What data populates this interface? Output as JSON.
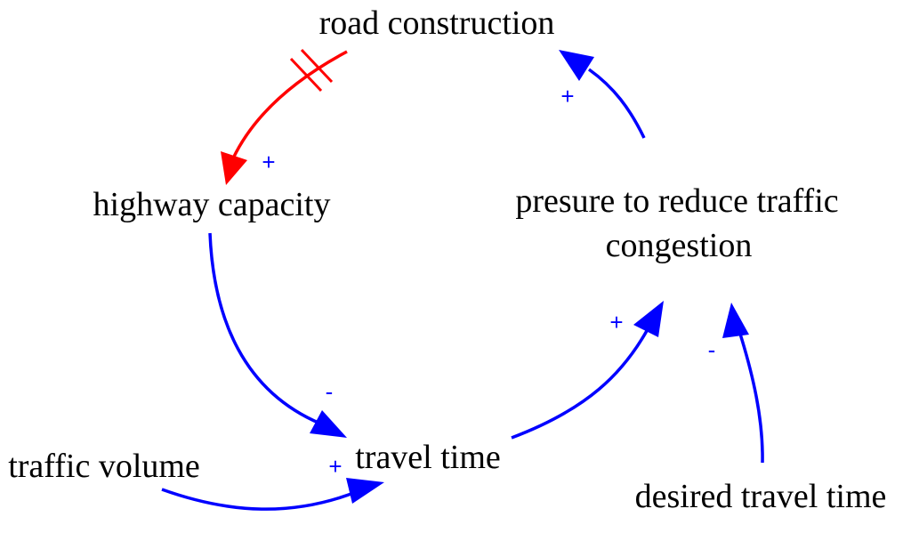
{
  "diagram": {
    "colors": {
      "link": "#0000ff",
      "delay_link": "#ff0000",
      "text": "#000000"
    },
    "nodes": {
      "road_construction": "road construction",
      "highway_capacity": "highway capacity",
      "pressure_line1": "presure to reduce traffic",
      "pressure_line2": "congestion",
      "travel_time": "travel time",
      "traffic_volume": "traffic volume",
      "desired_travel_time": "desired travel time"
    },
    "polarities": {
      "road_to_capacity": "+",
      "capacity_to_travel": "-",
      "volume_to_travel": "+",
      "travel_to_pressure": "+",
      "desired_to_pressure": "-",
      "pressure_to_road": "+"
    }
  }
}
